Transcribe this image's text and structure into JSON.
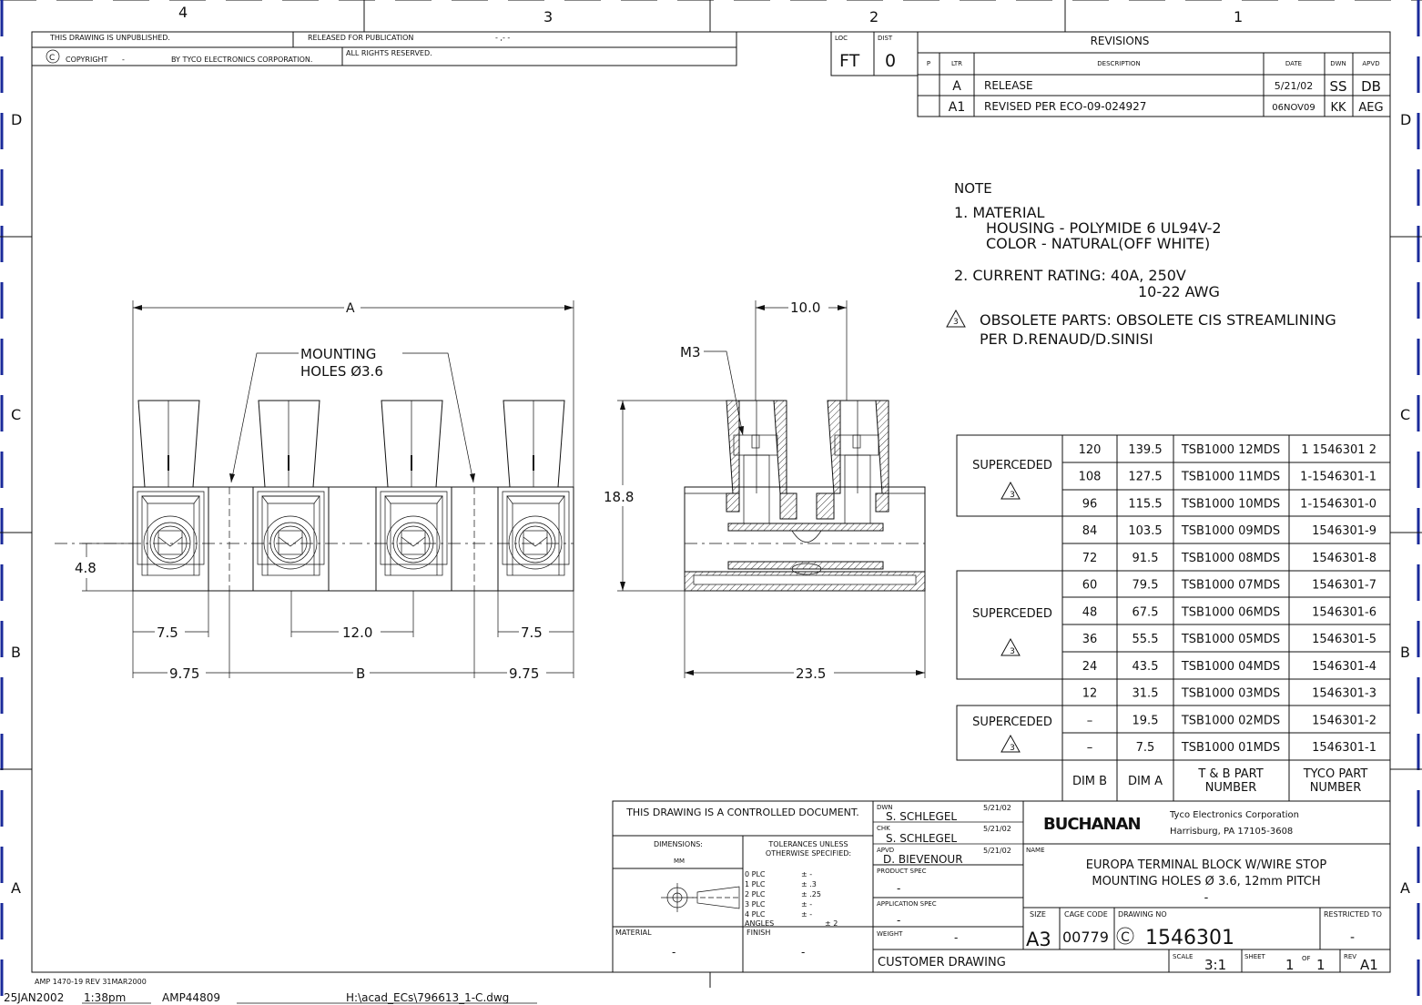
{
  "zones": {
    "top": [
      "4",
      "3",
      "2",
      "1"
    ],
    "side": [
      "D",
      "C",
      "B",
      "A"
    ]
  },
  "header": {
    "unpublished": "THIS DRAWING IS UNPUBLISHED.",
    "released": "RELEASED FOR PUBLICATION",
    "released_date": "- ,-  -",
    "copyright": "COPYRIGHT",
    "copyright_dash": "-",
    "by": "BY TYCO ELECTRONICS CORPORATION.",
    "rights": "ALL RIGHTS RESERVED.",
    "loc_label": "LOC",
    "loc": "FT",
    "dist_label": "DIST",
    "dist": "0"
  },
  "revisions": {
    "title": "REVISIONS",
    "headers": {
      "p": "P",
      "ltr": "LTR",
      "desc": "DESCRIPTION",
      "date": "DATE",
      "dwn": "DWN",
      "apvd": "APVD"
    },
    "rows": [
      {
        "ltr": "A",
        "desc": "RELEASE",
        "date": "5/21/02",
        "dwn": "SS",
        "apvd": "DB"
      },
      {
        "ltr": "A1",
        "desc": "REVISED PER ECO-09-024927",
        "date": "06NOV09",
        "dwn": "KK",
        "apvd": "AEG"
      }
    ]
  },
  "notes": {
    "title": "NOTE",
    "n1": "1. MATERIAL",
    "n1a": "HOUSING - POLYMIDE 6 UL94V-2",
    "n1b": "COLOR - NATURAL(OFF WHITE)",
    "n2": "2. CURRENT RATING: 40A, 250V",
    "n2a": "10-22 AWG",
    "n3_num": "3",
    "n3": "OBSOLETE PARTS: OBSOLETE CIS STREAMLINING",
    "n3a": "PER D.RENAUD/D.SINISI"
  },
  "front_view": {
    "dim_a": "A",
    "dim_b": "B",
    "mounting": "MOUNTING",
    "holes": "HOLES Ø3.6",
    "h48": "4.8",
    "d75": "7.5",
    "d12": "12.0",
    "d975": "9.75"
  },
  "side_view": {
    "d10": "10.0",
    "m3": "M3",
    "h188": "18.8",
    "w235": "23.5"
  },
  "parts_table": {
    "superceded": "SUPERCEDED",
    "tri": "3",
    "headers": {
      "dim_b": "DIM B",
      "dim_a": "DIM A",
      "te1": "T & B PART",
      "te2": "NUMBER",
      "tyco1": "TYCO PART",
      "tyco2": "NUMBER"
    },
    "rows": [
      {
        "b": "120",
        "a": "139.5",
        "tb": "TSB1000 12MDS",
        "tyco": "1 1546301 2"
      },
      {
        "b": "108",
        "a": "127.5",
        "tb": "TSB1000 11MDS",
        "tyco": "1-1546301-1"
      },
      {
        "b": "96",
        "a": "115.5",
        "tb": "TSB1000 10MDS",
        "tyco": "1-1546301-0"
      },
      {
        "b": "84",
        "a": "103.5",
        "tb": "TSB1000 09MDS",
        "tyco": "1546301-9"
      },
      {
        "b": "72",
        "a": "91.5",
        "tb": "TSB1000 08MDS",
        "tyco": "1546301-8"
      },
      {
        "b": "60",
        "a": "79.5",
        "tb": "TSB1000 07MDS",
        "tyco": "1546301-7"
      },
      {
        "b": "48",
        "a": "67.5",
        "tb": "TSB1000 06MDS",
        "tyco": "1546301-6"
      },
      {
        "b": "36",
        "a": "55.5",
        "tb": "TSB1000 05MDS",
        "tyco": "1546301-5"
      },
      {
        "b": "24",
        "a": "43.5",
        "tb": "TSB1000 04MDS",
        "tyco": "1546301-4"
      },
      {
        "b": "12",
        "a": "31.5",
        "tb": "TSB1000 03MDS",
        "tyco": "1546301-3"
      },
      {
        "b": "–",
        "a": "19.5",
        "tb": "TSB1000 02MDS",
        "tyco": "1546301-2"
      },
      {
        "b": "–",
        "a": "7.5",
        "tb": "TSB1000 01MDS",
        "tyco": "1546301-1"
      }
    ]
  },
  "title_block": {
    "controlled": "THIS DRAWING IS A CONTROLLED DOCUMENT.",
    "dimensions": "DIMENSIONS:",
    "mm": "MM",
    "tol1": "TOLERANCES UNLESS",
    "tol2": "OTHERWISE SPECIFIED:",
    "plc0": "0 PLC",
    "plc1": "1 PLC",
    "plc2": "2 PLC",
    "plc3": "3 PLC",
    "plc4": "4 PLC",
    "angles": "ANGLES",
    "v0": "± -",
    "v1": "± .3",
    "v2": "± .25",
    "v3": "± -",
    "v4": "± -",
    "va": "± 2",
    "material": "MATERIAL",
    "material_val": "-",
    "finish": "FINISH",
    "finish_val": "-",
    "dwn": "DWN",
    "dwn_name": "S. SCHLEGEL",
    "dwn_date": "5/21/02",
    "chk": "CHK",
    "chk_name": "S. SCHLEGEL",
    "chk_date": "5/21/02",
    "apvd": "APVD",
    "apvd_name": "D. BIEVENOUR",
    "apvd_date": "5/21/02",
    "product_spec": "PRODUCT SPEC",
    "product_spec_val": "-",
    "app_spec": "APPLICATION SPEC",
    "app_spec_val": "-",
    "weight": "WEIGHT",
    "weight_val": "-",
    "logo": "BUCHANAN",
    "company": "Tyco Electronics Corporation",
    "address": "Harrisburg, PA 17105-3608",
    "name_label": "NAME",
    "name1": "EUROPA TERMINAL BLOCK W/WIRE STOP",
    "name2": "MOUNTING HOLES Ø 3.6, 12mm PITCH",
    "name3": "-",
    "size_label": "SIZE",
    "size": "A3",
    "cage_label": "CAGE CODE",
    "cage": "00779",
    "dwg_label": "DRAWING NO",
    "dwg_prefix": "C",
    "dwg": "1546301",
    "restricted": "RESTRICTED TO",
    "restricted_val": "-",
    "customer": "CUSTOMER DRAWING",
    "scale_label": "SCALE",
    "scale": "3:1",
    "sheet_label": "SHEET",
    "sheet": "1",
    "of": "OF",
    "of_val": "1",
    "rev_label": "REV",
    "rev": "A1"
  },
  "footer": {
    "amp": "AMP 1470-19 REV 31MAR2000",
    "date": "25JAN2002",
    "time": "1:38pm",
    "ampno": "AMP44809",
    "path": "H:\\acad_ECs\\796613_1-C.dwg"
  }
}
